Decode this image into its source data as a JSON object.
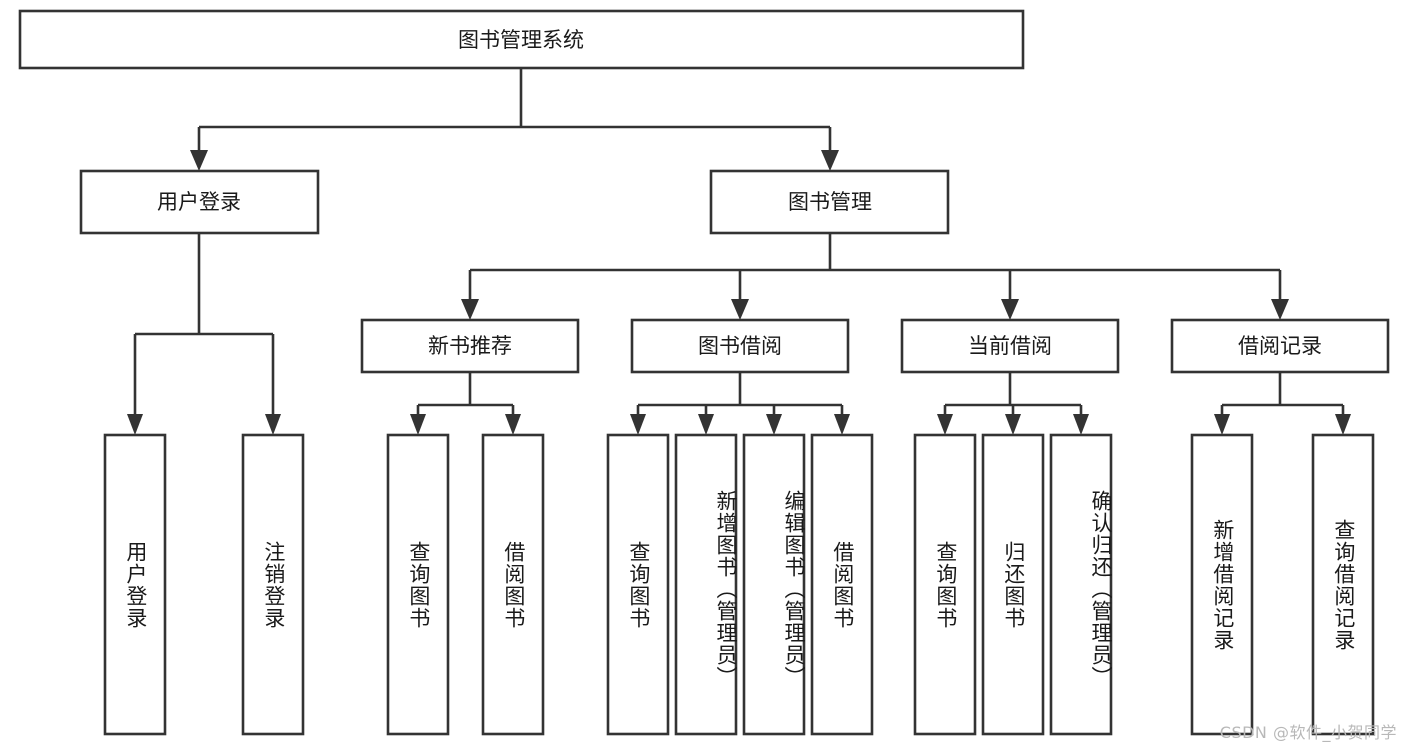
{
  "diagram": {
    "title": "图书管理系统",
    "type": "tree-hierarchy",
    "watermark": "CSDN @软件_小贺同学",
    "colors": {
      "stroke": "#333333",
      "box_fill": "#ffffff",
      "text": "#1a1a1a",
      "background": "#ffffff",
      "watermark": "#b8b8b8"
    },
    "root": {
      "label": "图书管理系统"
    },
    "level1": [
      {
        "label": "用户登录"
      },
      {
        "label": "图书管理"
      }
    ],
    "level2": [
      {
        "label": "新书推荐"
      },
      {
        "label": "图书借阅"
      },
      {
        "label": "当前借阅"
      },
      {
        "label": "借阅记录"
      }
    ],
    "leaves": {
      "user_login": [
        {
          "label": "用户登录"
        },
        {
          "label": "注销登录"
        }
      ],
      "new_book_recommend": [
        {
          "label": "查询图书"
        },
        {
          "label": "借阅图书"
        }
      ],
      "book_borrow": [
        {
          "label": "查询图书"
        },
        {
          "label": "新增图书（管理员）"
        },
        {
          "label": "编辑图书（管理员）"
        },
        {
          "label": "借阅图书"
        }
      ],
      "current_borrow": [
        {
          "label": "查询图书"
        },
        {
          "label": "归还图书"
        },
        {
          "label": "确认归还（管理员）"
        }
      ],
      "borrow_records": [
        {
          "label": "新增借阅记录"
        },
        {
          "label": "查询借阅记录"
        }
      ]
    }
  }
}
